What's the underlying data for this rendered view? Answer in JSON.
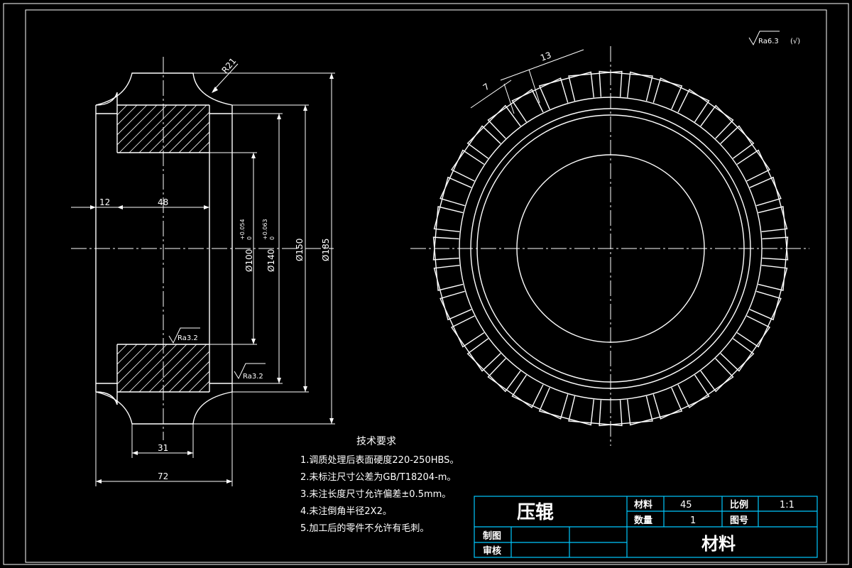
{
  "surface_finish_general": {
    "symbol": "Ra6.3",
    "suffix": "(√)"
  },
  "section_view": {
    "radius_label": "R21",
    "dim_width_12": "12",
    "dim_width_48": "48",
    "dim_width_31": "31",
    "dim_width_72": "72",
    "dim_d100": "Ø100",
    "dim_d100_tol_upper": "+0.054",
    "dim_d100_tol_lower": "0",
    "dim_d140": "Ø140",
    "dim_d140_tol_upper": "+0.063",
    "dim_d140_tol_lower": "0",
    "dim_d150": "Ø150",
    "dim_d185": "Ø185",
    "roughness_bore": "Ra3.2",
    "roughness_face": "Ra3.2"
  },
  "front_view": {
    "dim_slot_width": "7",
    "dim_tooth_width": "13",
    "tooth_count": 36
  },
  "technical_requirements": {
    "title": "技术要求",
    "items": [
      "1.调质处理后表面硬度220-250HBS。",
      "2.未标注尺寸公差为GB/T18204-m。",
      "3.未注长度尺寸允许偏差±0.5mm。",
      "4.未注倒角半径2X2。",
      "5.加工后的零件不允许有毛刺。"
    ]
  },
  "title_block": {
    "part_name": "压辊",
    "material_label": "材料",
    "material_value": "45",
    "scale_label": "比例",
    "scale_value": "1:1",
    "quantity_label": "数量",
    "quantity_value": "1",
    "drawing_no_label": "图号",
    "drawn_label": "制图",
    "checked_label": "审核",
    "material_big": "材料"
  },
  "colors": {
    "background": "#000000",
    "lines": "#ffffff",
    "title_block": "#00c8ff"
  }
}
